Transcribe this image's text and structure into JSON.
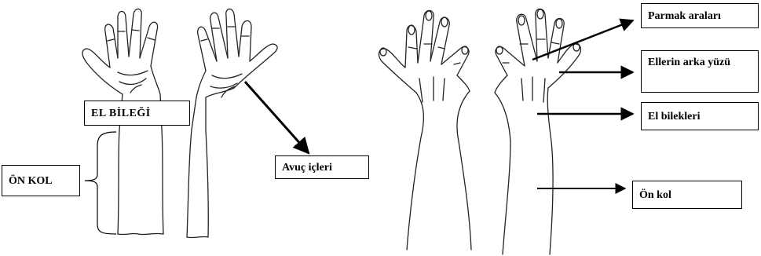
{
  "labels": {
    "el_bilegi": "EL BİLEĞİ",
    "on_kol_left": "ÖN KOL",
    "avuc_icleri": "Avuç içleri",
    "parmak_aralari": "Parmak araları",
    "ellerin_arka_yuzu": "Ellerin arka yüzü",
    "el_bilekleri": "El bilekleri",
    "on_kol_right": "Ön kol"
  },
  "colors": {
    "ink": "#000000",
    "background": "#ffffff"
  }
}
